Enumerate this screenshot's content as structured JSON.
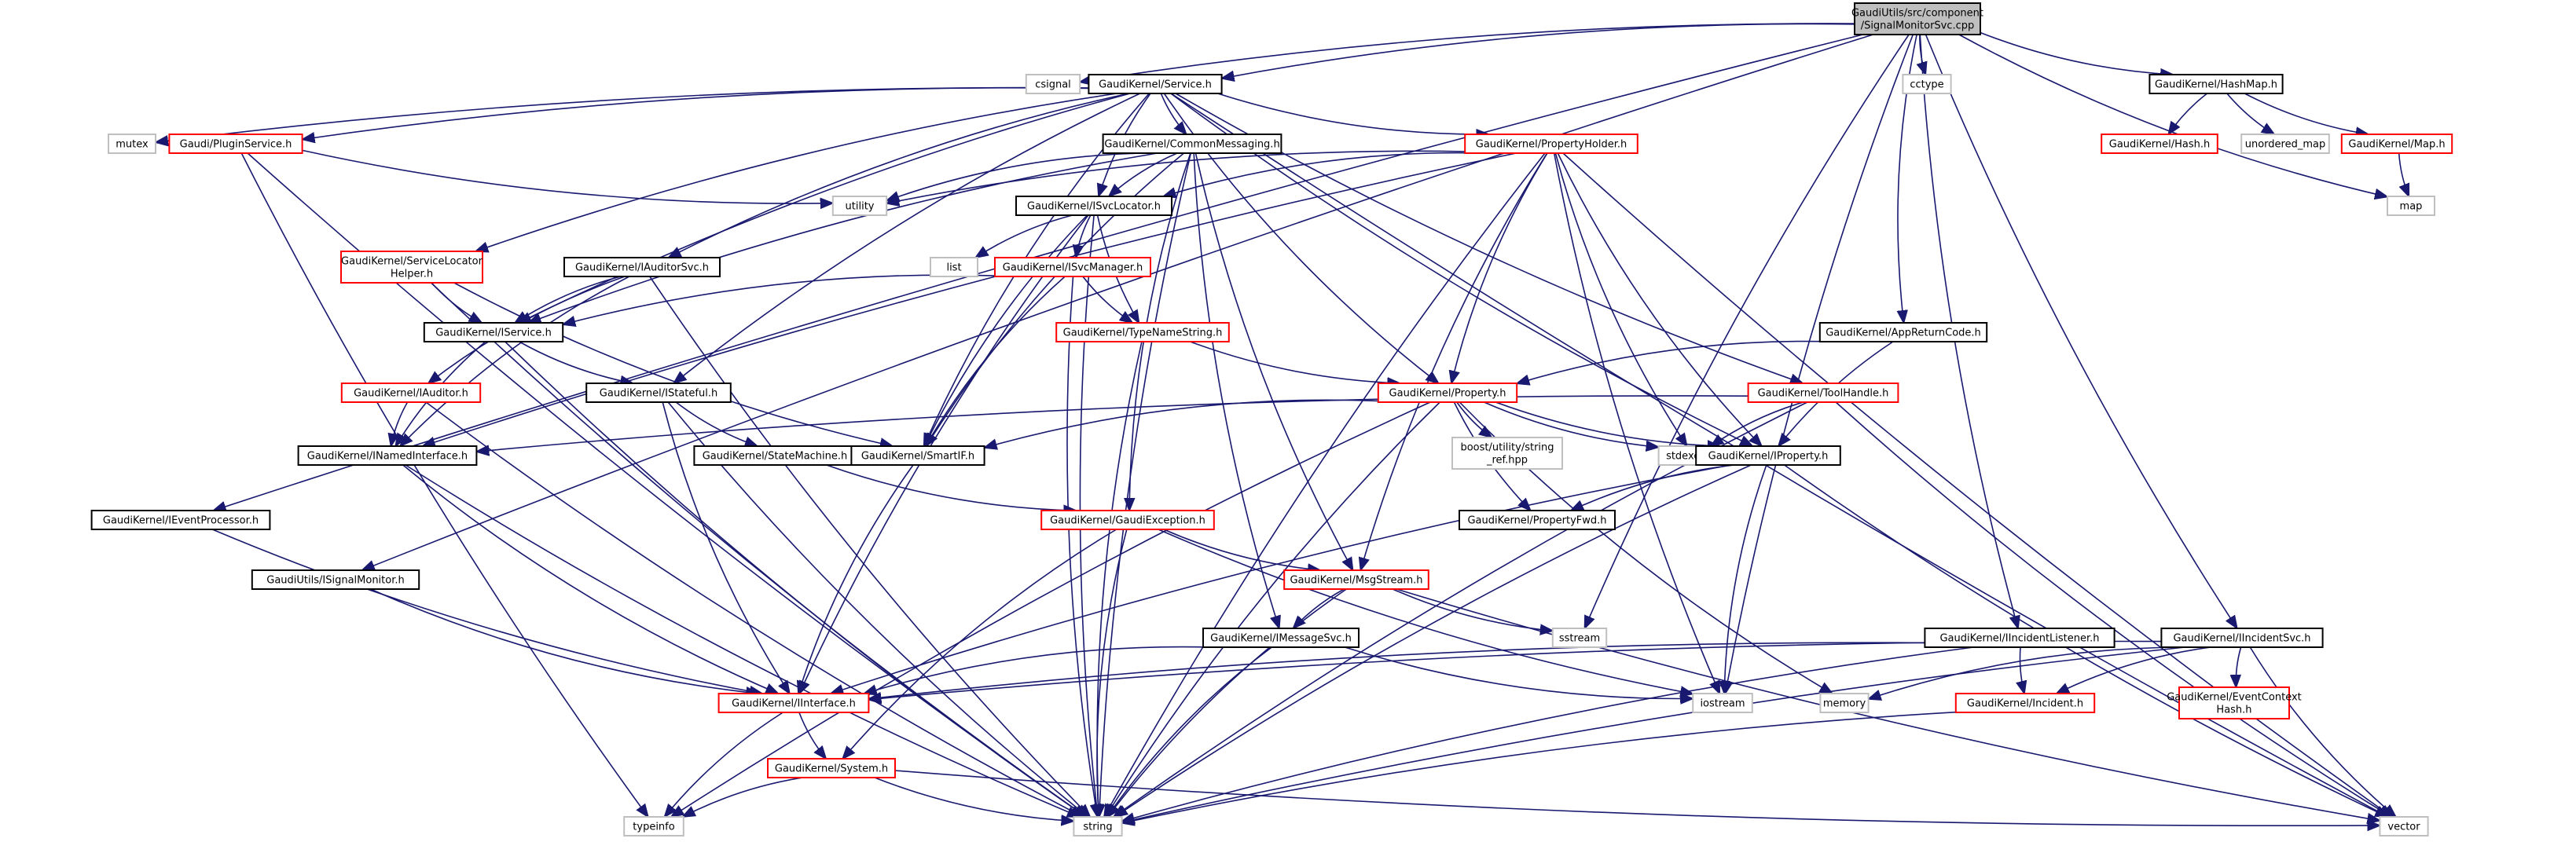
{
  "diagram": {
    "type": "include-dependency-graph",
    "colors": {
      "root_fill": "#bfbfbf",
      "node_fill": "#ffffff",
      "documented_border": "#000000",
      "undocumented_border": "#ff0000",
      "system_border": "#bfbfbf",
      "edge": "#191970"
    },
    "nodes": [
      {
        "id": "root",
        "label": [
          "GaudiUtils/src/component",
          "/SignalMonitorSvc.cpp"
        ],
        "kind": "root"
      },
      {
        "id": "csignal",
        "label": [
          "csignal"
        ],
        "kind": "system"
      },
      {
        "id": "service",
        "label": [
          "GaudiKernel/Service.h"
        ],
        "kind": "documented"
      },
      {
        "id": "cctype",
        "label": [
          "cctype"
        ],
        "kind": "system"
      },
      {
        "id": "hashmap",
        "label": [
          "GaudiKernel/HashMap.h"
        ],
        "kind": "documented"
      },
      {
        "id": "mutex",
        "label": [
          "mutex"
        ],
        "kind": "system"
      },
      {
        "id": "pluginsvc",
        "label": [
          "Gaudi/PluginService.h"
        ],
        "kind": "undocumented"
      },
      {
        "id": "commonmsg",
        "label": [
          "GaudiKernel/CommonMessaging.h"
        ],
        "kind": "documented"
      },
      {
        "id": "propholder",
        "label": [
          "GaudiKernel/PropertyHolder.h"
        ],
        "kind": "undocumented"
      },
      {
        "id": "hash",
        "label": [
          "GaudiKernel/Hash.h"
        ],
        "kind": "undocumented"
      },
      {
        "id": "unordered_map",
        "label": [
          "unordered_map"
        ],
        "kind": "system"
      },
      {
        "id": "maph",
        "label": [
          "GaudiKernel/Map.h"
        ],
        "kind": "undocumented"
      },
      {
        "id": "utility",
        "label": [
          "utility"
        ],
        "kind": "system"
      },
      {
        "id": "isvclocator",
        "label": [
          "GaudiKernel/ISvcLocator.h"
        ],
        "kind": "documented"
      },
      {
        "id": "map",
        "label": [
          "map"
        ],
        "kind": "system"
      },
      {
        "id": "list",
        "label": [
          "list"
        ],
        "kind": "system"
      },
      {
        "id": "isvcmanager",
        "label": [
          "GaudiKernel/ISvcManager.h"
        ],
        "kind": "undocumented"
      },
      {
        "id": "svclochelper",
        "label": [
          "GaudiKernel/ServiceLocator",
          "Helper.h"
        ],
        "kind": "undocumented"
      },
      {
        "id": "iauditorsvc",
        "label": [
          "GaudiKernel/IAuditorSvc.h"
        ],
        "kind": "documented"
      },
      {
        "id": "typenamestring",
        "label": [
          "GaudiKernel/TypeNameString.h"
        ],
        "kind": "undocumented"
      },
      {
        "id": "appreturncode",
        "label": [
          "GaudiKernel/AppReturnCode.h"
        ],
        "kind": "documented"
      },
      {
        "id": "iservice",
        "label": [
          "GaudiKernel/IService.h"
        ],
        "kind": "documented"
      },
      {
        "id": "iauditor",
        "label": [
          "GaudiKernel/IAuditor.h"
        ],
        "kind": "undocumented"
      },
      {
        "id": "istateful",
        "label": [
          "GaudiKernel/IStateful.h"
        ],
        "kind": "documented"
      },
      {
        "id": "property",
        "label": [
          "GaudiKernel/Property.h"
        ],
        "kind": "undocumented"
      },
      {
        "id": "toolhandle",
        "label": [
          "GaudiKernel/ToolHandle.h"
        ],
        "kind": "undocumented"
      },
      {
        "id": "boostref",
        "label": [
          "boost/utility/string",
          "_ref.hpp"
        ],
        "kind": "system"
      },
      {
        "id": "inamedinterface",
        "label": [
          "GaudiKernel/INamedInterface.h"
        ],
        "kind": "documented"
      },
      {
        "id": "statemachine",
        "label": [
          "GaudiKernel/StateMachine.h"
        ],
        "kind": "documented"
      },
      {
        "id": "smartif",
        "label": [
          "GaudiKernel/SmartIF.h"
        ],
        "kind": "documented"
      },
      {
        "id": "stdexcept",
        "label": [
          "stdexcept"
        ],
        "kind": "system"
      },
      {
        "id": "iproperty",
        "label": [
          "GaudiKernel/IProperty.h"
        ],
        "kind": "documented"
      },
      {
        "id": "ieventprocessor",
        "label": [
          "GaudiKernel/IEventProcessor.h"
        ],
        "kind": "documented"
      },
      {
        "id": "gaudiexception",
        "label": [
          "GaudiKernel/GaudiException.h"
        ],
        "kind": "undocumented"
      },
      {
        "id": "propertyfwd",
        "label": [
          "GaudiKernel/PropertyFwd.h"
        ],
        "kind": "documented"
      },
      {
        "id": "isignalmonitor",
        "label": [
          "GaudiUtils/ISignalMonitor.h"
        ],
        "kind": "documented"
      },
      {
        "id": "msgstream",
        "label": [
          "GaudiKernel/MsgStream.h"
        ],
        "kind": "undocumented"
      },
      {
        "id": "sstream",
        "label": [
          "sstream"
        ],
        "kind": "system"
      },
      {
        "id": "imessagesvc",
        "label": [
          "GaudiKernel/IMessageSvc.h"
        ],
        "kind": "documented"
      },
      {
        "id": "iincidentlistener",
        "label": [
          "GaudiKernel/IIncidentListener.h"
        ],
        "kind": "documented"
      },
      {
        "id": "iincidentsvc",
        "label": [
          "GaudiKernel/IIncidentSvc.h"
        ],
        "kind": "documented"
      },
      {
        "id": "iinterface",
        "label": [
          "GaudiKernel/IInterface.h"
        ],
        "kind": "undocumented"
      },
      {
        "id": "iostream",
        "label": [
          "iostream"
        ],
        "kind": "system"
      },
      {
        "id": "memory",
        "label": [
          "memory"
        ],
        "kind": "system"
      },
      {
        "id": "incident",
        "label": [
          "GaudiKernel/Incident.h"
        ],
        "kind": "undocumented"
      },
      {
        "id": "eventcontexthash",
        "label": [
          "GaudiKernel/EventContext",
          "Hash.h"
        ],
        "kind": "undocumented"
      },
      {
        "id": "system",
        "label": [
          "GaudiKernel/System.h"
        ],
        "kind": "undocumented"
      },
      {
        "id": "typeinfo",
        "label": [
          "typeinfo"
        ],
        "kind": "system"
      },
      {
        "id": "string",
        "label": [
          "string"
        ],
        "kind": "system"
      },
      {
        "id": "vector",
        "label": [
          "vector"
        ],
        "kind": "system"
      }
    ],
    "edges": [
      [
        "root",
        "csignal"
      ],
      [
        "root",
        "service"
      ],
      [
        "root",
        "cctype"
      ],
      [
        "root",
        "hashmap"
      ],
      [
        "root",
        "map"
      ],
      [
        "root",
        "appreturncode"
      ],
      [
        "root",
        "iostream"
      ],
      [
        "root",
        "sstream"
      ],
      [
        "root",
        "iincidentlistener"
      ],
      [
        "root",
        "iincidentsvc"
      ],
      [
        "root",
        "ieventprocessor"
      ],
      [
        "root",
        "isignalmonitor"
      ],
      [
        "service",
        "mutex"
      ],
      [
        "service",
        "pluginsvc"
      ],
      [
        "service",
        "commonmsg"
      ],
      [
        "service",
        "propholder"
      ],
      [
        "service",
        "svclochelper"
      ],
      [
        "service",
        "iauditorsvc"
      ],
      [
        "service",
        "iservice"
      ],
      [
        "service",
        "istateful"
      ],
      [
        "service",
        "property"
      ],
      [
        "service",
        "toolhandle"
      ],
      [
        "service",
        "iproperty"
      ],
      [
        "service",
        "isvclocator"
      ],
      [
        "service",
        "smartif"
      ],
      [
        "service",
        "vector"
      ],
      [
        "hashmap",
        "hash"
      ],
      [
        "hashmap",
        "unordered_map"
      ],
      [
        "hashmap",
        "maph"
      ],
      [
        "maph",
        "map"
      ],
      [
        "pluginsvc",
        "utility"
      ],
      [
        "pluginsvc",
        "string"
      ],
      [
        "pluginsvc",
        "typeinfo"
      ],
      [
        "commonmsg",
        "utility"
      ],
      [
        "commonmsg",
        "isvclocator"
      ],
      [
        "commonmsg",
        "iservice"
      ],
      [
        "commonmsg",
        "smartif"
      ],
      [
        "commonmsg",
        "msgstream"
      ],
      [
        "commonmsg",
        "imessagesvc"
      ],
      [
        "commonmsg",
        "gaudiexception"
      ],
      [
        "commonmsg",
        "string"
      ],
      [
        "propholder",
        "utility"
      ],
      [
        "propholder",
        "isvclocator"
      ],
      [
        "propholder",
        "property"
      ],
      [
        "propholder",
        "iproperty"
      ],
      [
        "propholder",
        "inamedinterface"
      ],
      [
        "propholder",
        "msgstream"
      ],
      [
        "propholder",
        "stdexcept"
      ],
      [
        "propholder",
        "iostream"
      ],
      [
        "propholder",
        "string"
      ],
      [
        "propholder",
        "vector"
      ],
      [
        "isvclocator",
        "list"
      ],
      [
        "isvclocator",
        "isvcmanager"
      ],
      [
        "isvclocator",
        "typenamestring"
      ],
      [
        "isvclocator",
        "smartif"
      ],
      [
        "isvclocator",
        "iinterface"
      ],
      [
        "isvclocator",
        "string"
      ],
      [
        "isvcmanager",
        "iservice"
      ],
      [
        "isvcmanager",
        "typenamestring"
      ],
      [
        "isvcmanager",
        "smartif"
      ],
      [
        "isvcmanager",
        "string"
      ],
      [
        "svclochelper",
        "iservice"
      ],
      [
        "svclochelper",
        "smartif"
      ],
      [
        "svclochelper",
        "string"
      ],
      [
        "iauditorsvc",
        "iservice"
      ],
      [
        "iauditorsvc",
        "iauditor"
      ],
      [
        "iauditorsvc",
        "inamedinterface"
      ],
      [
        "iauditorsvc",
        "string"
      ],
      [
        "typenamestring",
        "property"
      ],
      [
        "typenamestring",
        "string"
      ],
      [
        "appreturncode",
        "property"
      ],
      [
        "appreturncode",
        "iproperty"
      ],
      [
        "iservice",
        "istateful"
      ],
      [
        "iservice",
        "inamedinterface"
      ],
      [
        "iservice",
        "string"
      ],
      [
        "iauditor",
        "inamedinterface"
      ],
      [
        "iauditor",
        "string"
      ],
      [
        "istateful",
        "iinterface"
      ],
      [
        "istateful",
        "statemachine"
      ],
      [
        "istateful",
        "string"
      ],
      [
        "property",
        "boostref"
      ],
      [
        "property",
        "stdexcept"
      ],
      [
        "property",
        "iproperty"
      ],
      [
        "property",
        "propertyfwd"
      ],
      [
        "property",
        "smartif"
      ],
      [
        "property",
        "string"
      ],
      [
        "property",
        "typeinfo"
      ],
      [
        "property",
        "memory"
      ],
      [
        "toolhandle",
        "inamedinterface"
      ],
      [
        "toolhandle",
        "stdexcept"
      ],
      [
        "toolhandle",
        "string"
      ],
      [
        "toolhandle",
        "vector"
      ],
      [
        "inamedinterface",
        "iinterface"
      ],
      [
        "inamedinterface",
        "string"
      ],
      [
        "statemachine",
        "gaudiexception"
      ],
      [
        "smartif",
        "iinterface"
      ],
      [
        "iproperty",
        "propertyfwd"
      ],
      [
        "iproperty",
        "iinterface"
      ],
      [
        "iproperty",
        "iostream"
      ],
      [
        "iproperty",
        "string"
      ],
      [
        "iproperty",
        "vector"
      ],
      [
        "ieventprocessor",
        "iinterface"
      ],
      [
        "gaudiexception",
        "msgstream"
      ],
      [
        "gaudiexception",
        "system"
      ],
      [
        "gaudiexception",
        "string"
      ],
      [
        "gaudiexception",
        "iostream"
      ],
      [
        "isignalmonitor",
        "iinterface"
      ],
      [
        "msgstream",
        "imessagesvc"
      ],
      [
        "msgstream",
        "sstream"
      ],
      [
        "msgstream",
        "string"
      ],
      [
        "msgstream",
        "vector"
      ],
      [
        "imessagesvc",
        "iinterface"
      ],
      [
        "imessagesvc",
        "iostream"
      ],
      [
        "imessagesvc",
        "string"
      ],
      [
        "iincidentlistener",
        "iinterface"
      ],
      [
        "iincidentlistener",
        "incident"
      ],
      [
        "iincidentlistener",
        "string"
      ],
      [
        "iincidentsvc",
        "iinterface"
      ],
      [
        "iincidentsvc",
        "incident"
      ],
      [
        "iincidentsvc",
        "eventcontexthash"
      ],
      [
        "iincidentsvc",
        "memory"
      ],
      [
        "iincidentsvc",
        "string"
      ],
      [
        "iincidentsvc",
        "vector"
      ],
      [
        "iinterface",
        "system"
      ],
      [
        "iinterface",
        "typeinfo"
      ],
      [
        "incident",
        "string"
      ],
      [
        "system",
        "string"
      ],
      [
        "system",
        "typeinfo"
      ],
      [
        "system",
        "vector"
      ]
    ]
  }
}
